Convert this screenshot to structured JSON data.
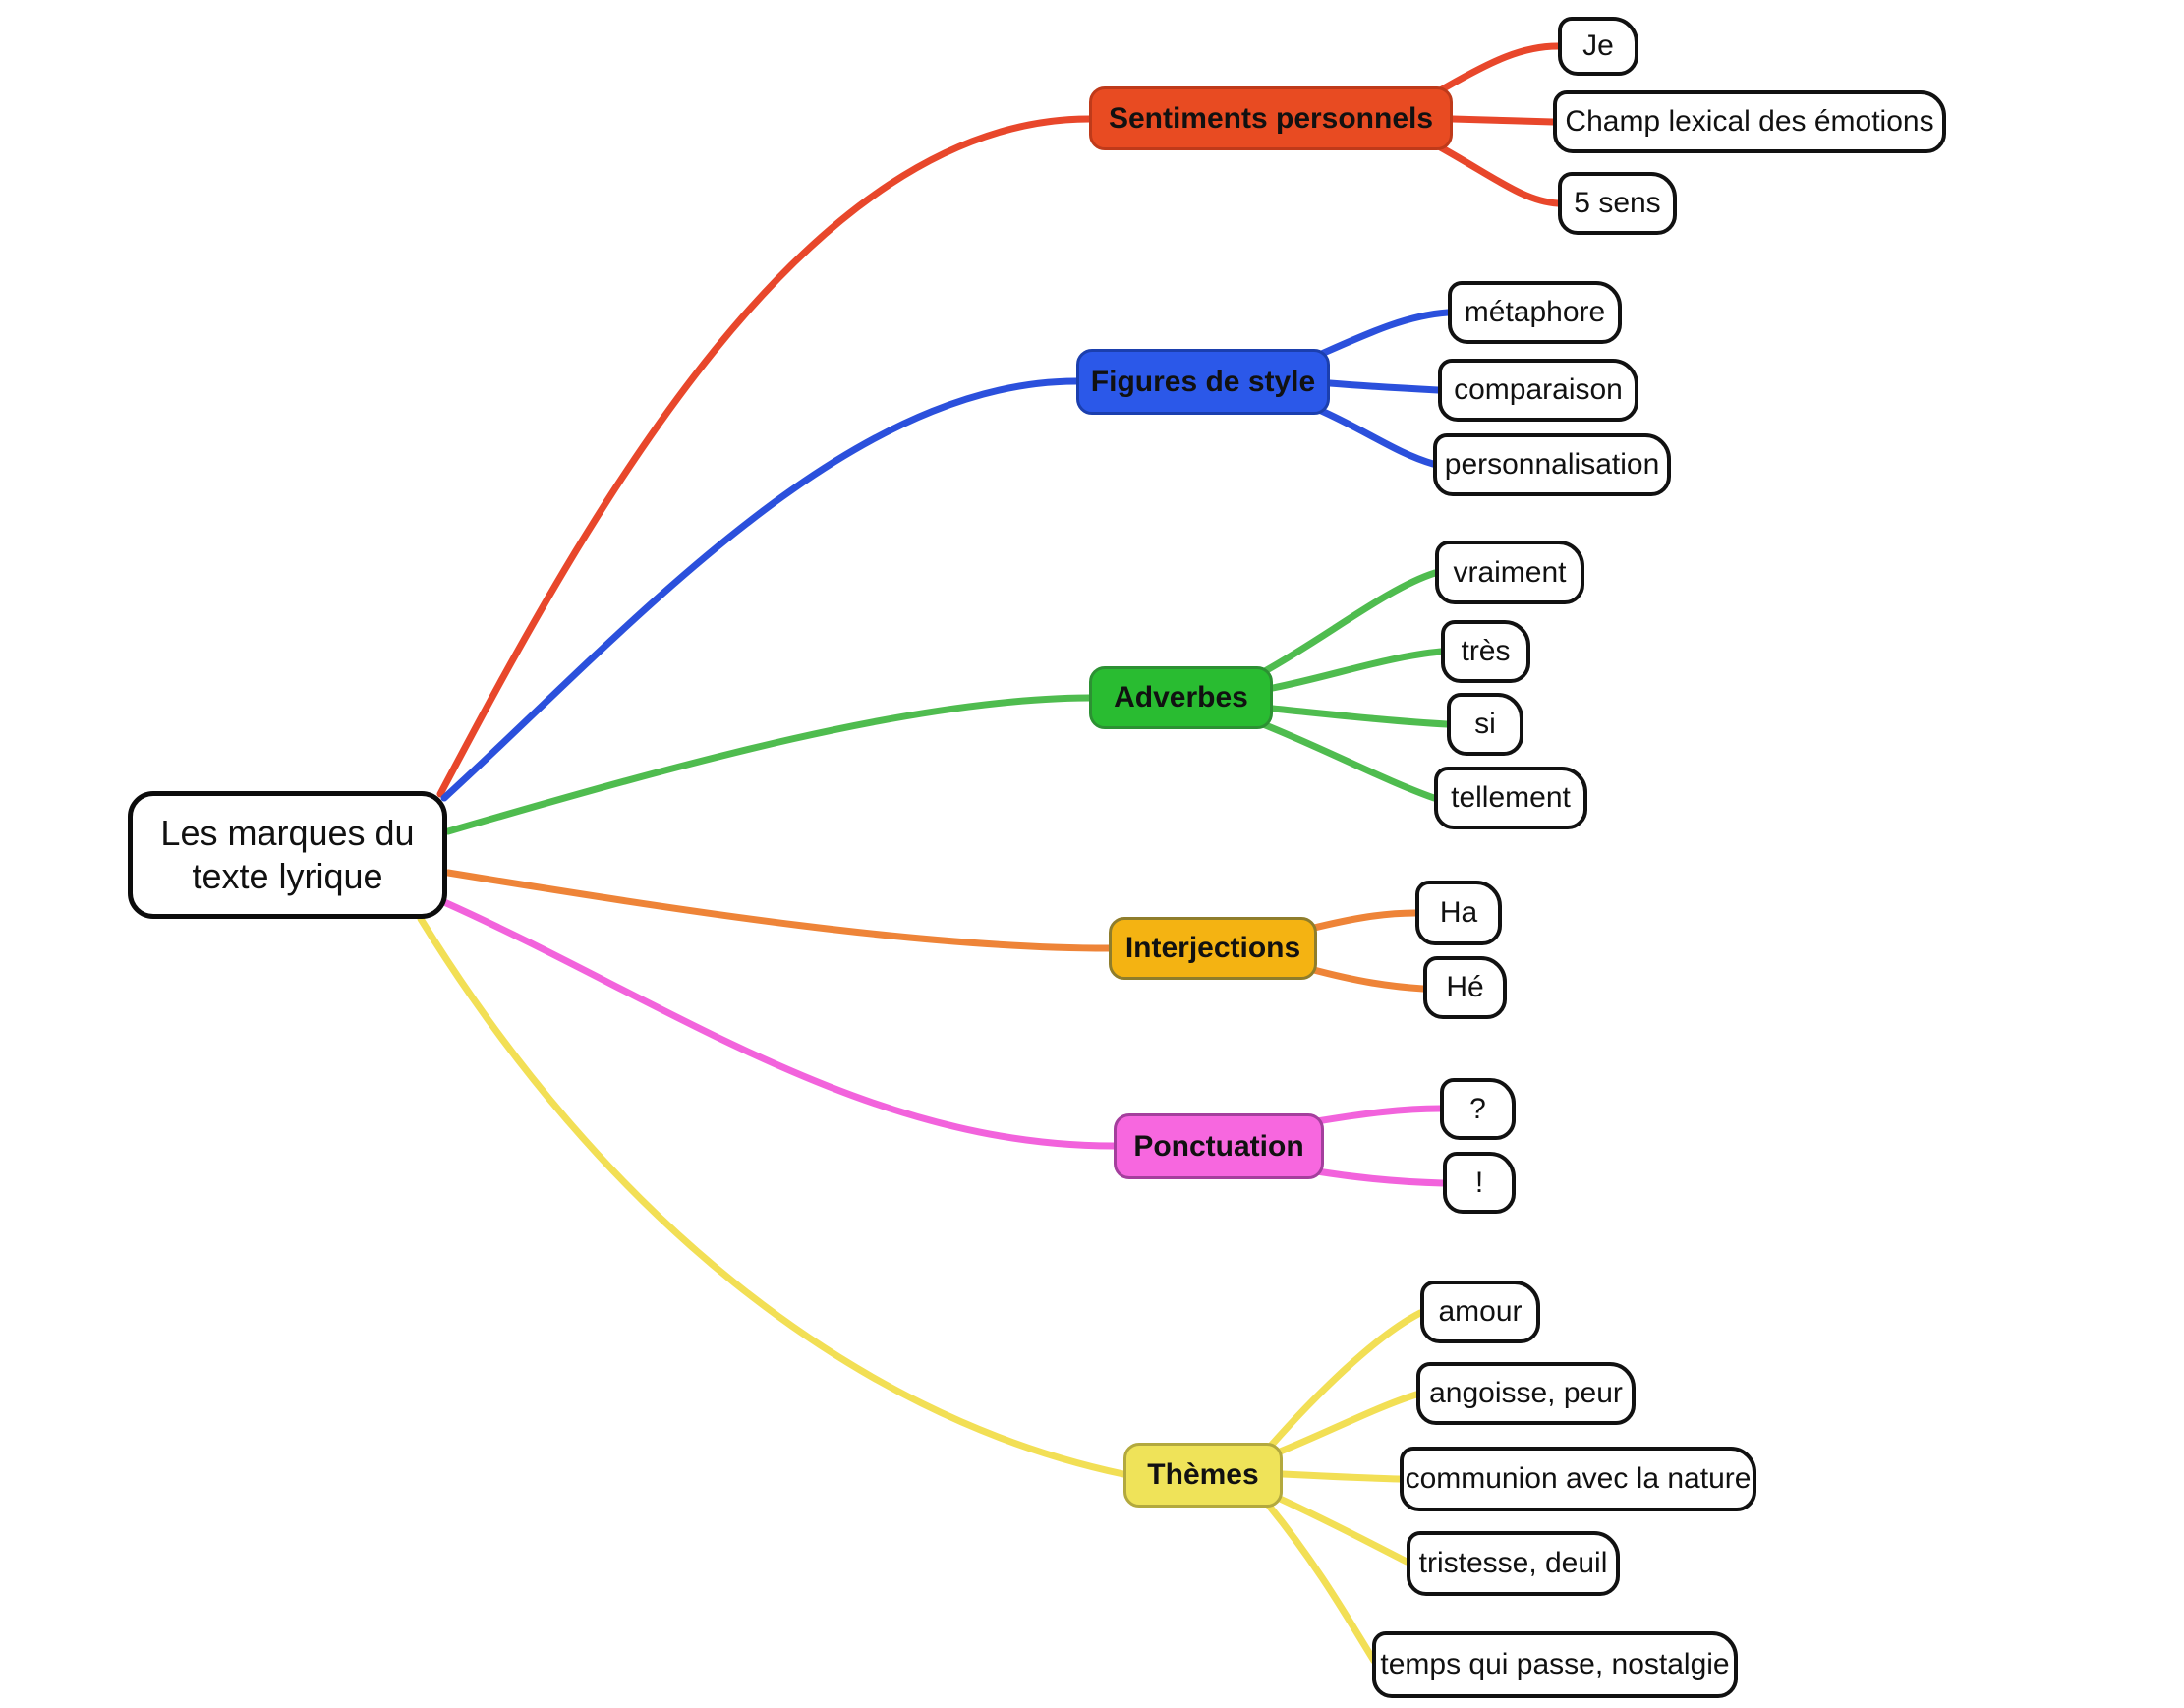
{
  "canvas": {
    "background": "#FFFFFF"
  },
  "root": {
    "label": "Les marques du texte lyrique"
  },
  "branches": [
    {
      "label": "Sentiments personnels",
      "fill": "#E84B22",
      "border": "#BF3A1A",
      "line": "#E8472B",
      "children": [
        "Je",
        "Champ lexical des émotions",
        "5 sens"
      ]
    },
    {
      "label": "Figures de style",
      "fill": "#2B58E9",
      "border": "#1B3FAE",
      "line": "#2B50DC",
      "children": [
        "métaphore",
        "comparaison",
        "personnalisation"
      ]
    },
    {
      "label": "Adverbes",
      "fill": "#29BC31",
      "border": "#2C9133",
      "line": "#4FBC4F",
      "children": [
        "vraiment",
        "très",
        "si",
        "tellement"
      ]
    },
    {
      "label": "Interjections",
      "fill": "#F4B312",
      "border": "#8F7D2B",
      "line": "#EE8438",
      "children": [
        "Ha",
        "Hé"
      ]
    },
    {
      "label": "Ponctuation",
      "fill": "#F767DF",
      "border": "#A43F9D",
      "line": "#F263DC",
      "children": [
        "?",
        "!"
      ]
    },
    {
      "label": "Thèmes",
      "fill": "#EFE359",
      "border": "#B3A93E",
      "line": "#F2DF55",
      "children": [
        "amour",
        "angoisse, peur",
        "communion avec la nature",
        "tristesse, deuil",
        "temps qui passe, nostalgie"
      ]
    }
  ]
}
